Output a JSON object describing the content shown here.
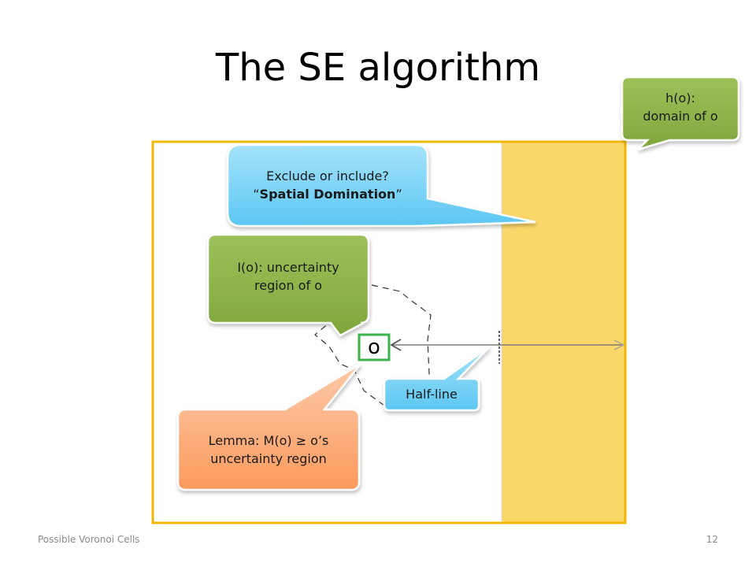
{
  "slide": {
    "title": "The SE algorithm",
    "footer_left": "Possible Voronoi Cells",
    "page_number": "12"
  },
  "callouts": {
    "domain": {
      "line1": "h(o):",
      "line2": "domain of o"
    },
    "exclude": {
      "line1": "Exclude or include?",
      "quote_open": "“",
      "bold": "Spatial Domination",
      "quote_close": "”"
    },
    "uncertainty": {
      "line1": "I(o): uncertainty",
      "line2": "region of o"
    },
    "halfline": {
      "label": "Half-line"
    },
    "lemma": {
      "line1": "Lemma: M(o) ≥ o’s",
      "line2": "uncertainty region"
    }
  },
  "object": {
    "label": "o"
  },
  "colors": {
    "domain_border": "#f0b800",
    "half_plane_fill": "#fbd76a",
    "green_callout": "#8db249",
    "blue_callout": "#7fd3f5",
    "orange_callout": "#fcae7e",
    "object_border": "#3ab44a"
  }
}
